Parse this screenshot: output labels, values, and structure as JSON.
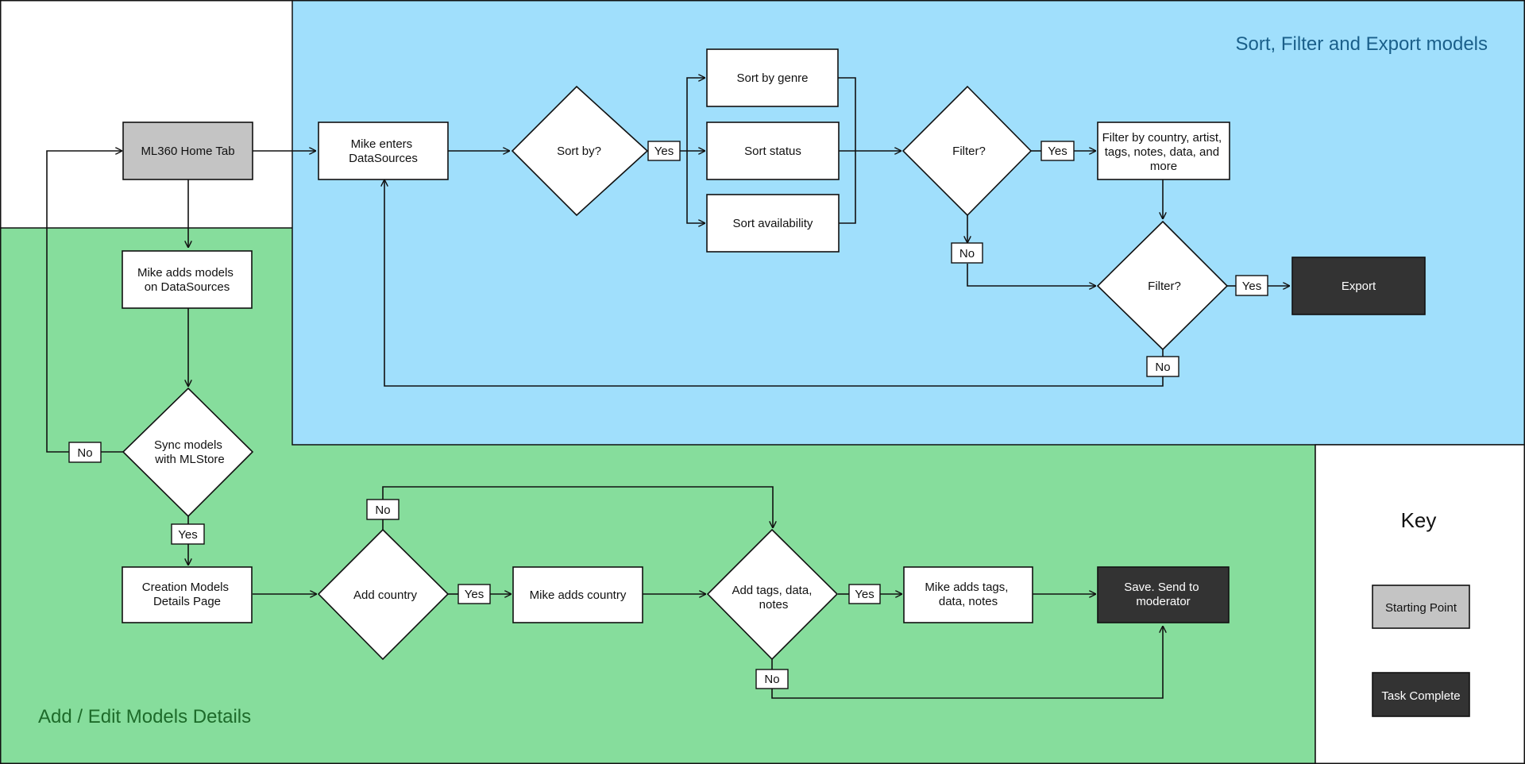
{
  "regions": {
    "sort_filter": {
      "title": "Sort, Filter and Export models",
      "color": "#a0dffc",
      "title_color": "#1a5f8a"
    },
    "add_edit": {
      "title": "Add / Edit Models Details",
      "color": "#86dd9c",
      "title_color": "#1d6b2a"
    }
  },
  "key": {
    "title": "Key",
    "starting_point": "Starting Point",
    "task_complete": "Task Complete"
  },
  "colors": {
    "start_fill": "#c4c4c4",
    "complete_fill": "#333333",
    "stroke": "#111111"
  },
  "nodes": {
    "home_tab": "ML360 Home Tab",
    "enters_datasources": [
      "Mike enters",
      "DataSources"
    ],
    "sort_by": "Sort by?",
    "sort_genre": "Sort by genre",
    "sort_status": "Sort status",
    "sort_availability": "Sort availability",
    "filter_1": "Filter?",
    "filter_by": [
      "Filter by country, artist,",
      "tags, notes, data, and",
      "more"
    ],
    "filter_2": "Filter?",
    "export": "Export",
    "adds_models": [
      "Mike adds models",
      "on DataSources"
    ],
    "sync_models": [
      "Sync models",
      "with MLStore"
    ],
    "creation_page": [
      "Creation Models",
      "Details Page"
    ],
    "add_country": "Add country",
    "adds_country": "Mike adds country",
    "add_tags": [
      "Add tags, data,",
      "notes"
    ],
    "adds_tags": [
      "Mike adds tags,",
      "data, notes"
    ],
    "save_send": [
      "Save. Send to",
      "moderator"
    ]
  },
  "edge_labels": {
    "sortby_yes": "Yes",
    "filter1_yes": "Yes",
    "filter1_no": "No",
    "filter2_yes": "Yes",
    "filter2_no": "No",
    "sync_no": "No",
    "sync_yes": "Yes",
    "country_no": "No",
    "country_yes": "Yes",
    "tags_yes": "Yes",
    "tags_no": "No"
  }
}
